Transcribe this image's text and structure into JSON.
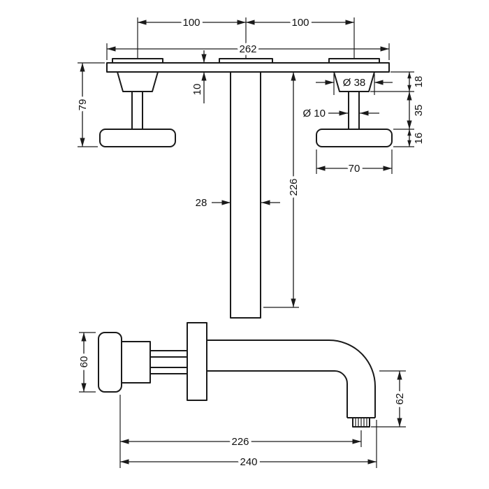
{
  "drawing": {
    "front": {
      "span_left": "100",
      "span_right": "100",
      "plate_width": "262",
      "handle_height": "79",
      "plate_thickness": "10",
      "spout_length": "226",
      "spout_width": "28",
      "escutcheon_dia": "Ø 38",
      "stem_dia": "Ø 10",
      "escutcheon_depth": "18",
      "stem_exposure": "35",
      "handle_bar_thickness": "16",
      "handle_width": "70"
    },
    "side": {
      "handle_dia": "60",
      "spout_drop": "62",
      "spout_reach": "226",
      "overall_projection": "240"
    }
  }
}
